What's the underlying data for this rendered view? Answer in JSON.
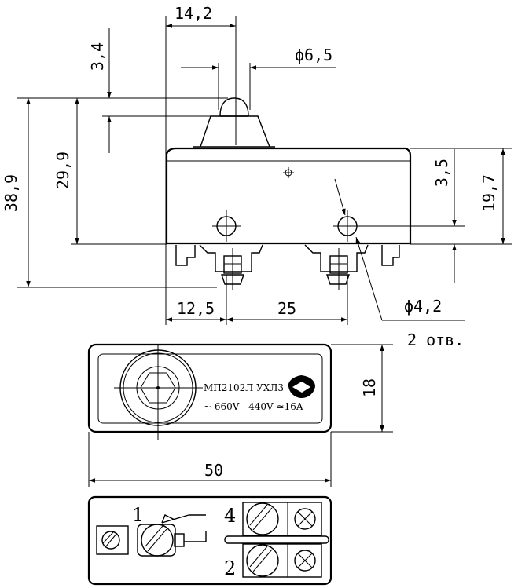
{
  "dimensions": {
    "width_top": "14,2",
    "height_plunger": "3,4",
    "diam_plunger": "ϕ6,5",
    "height_total": "38,9",
    "height_actuation": "29,9",
    "height_body_upper": "3,5",
    "height_body": "19,7",
    "offset_x": "12,5",
    "hole_spacing": "25",
    "diam_hole": "ϕ4,2",
    "holes_note": "2 отв.",
    "depth_top": "18",
    "length": "50"
  },
  "label": {
    "model": "МП2102Л УХЛ3",
    "rating": "~ 660V - 440V ≃16A"
  },
  "terminals": {
    "t1": "1",
    "t2": "2",
    "t4": "4"
  }
}
